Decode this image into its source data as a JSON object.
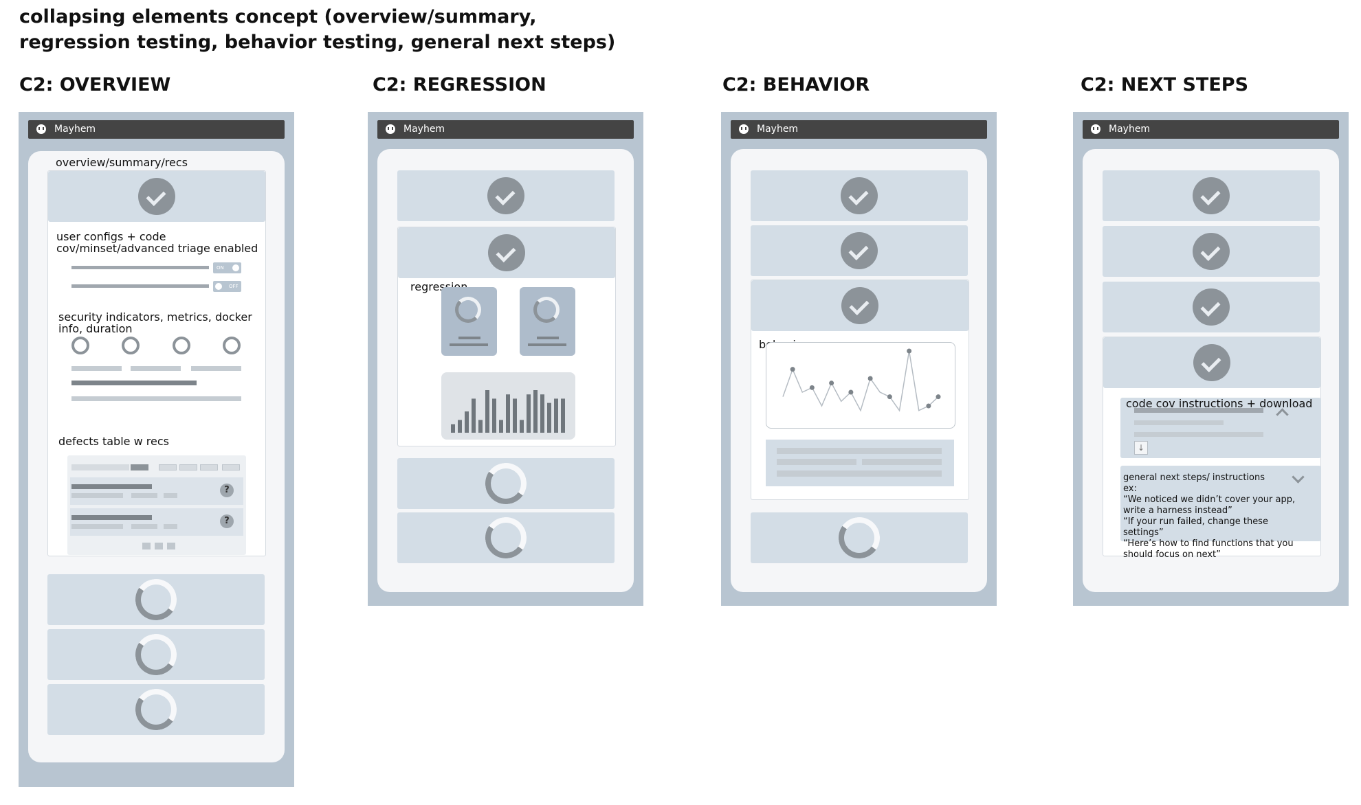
{
  "page": {
    "title_line1": "collapsing elements concept (overview/summary,",
    "title_line2": "regression testing, behavior testing, general next steps)"
  },
  "app": {
    "name": "Mayhem"
  },
  "columns": {
    "overview": {
      "heading": "C2: OVERVIEW",
      "section_title": "overview/summary/recs",
      "configs_line1": "user configs + code",
      "configs_line2": "cov/minset/advanced triage enabled",
      "toggle_on": "ON",
      "toggle_off": "OFF",
      "security_line1": "security indicators, metrics, docker",
      "security_line2": "info, duration",
      "defects_title": "defects table w recs",
      "help_symbol": "?"
    },
    "regression": {
      "heading": "C2: REGRESSION",
      "section_title": "regression"
    },
    "behavior": {
      "heading": "C2: BEHAVIOR",
      "section_title": "behavior"
    },
    "next_steps": {
      "heading": "C2: NEXT STEPS",
      "codecov_title": "code cov instructions + download",
      "next_title": "general next steps/ instructions",
      "next_lines": [
        "ex:",
        "“We noticed we didn’t cover your app,",
        "write a harness instead”",
        "“If your run failed, change these",
        "settings”",
        "“Here’s how to find functions that you",
        "should focus on next”"
      ]
    }
  },
  "chart_data": [
    {
      "type": "bar",
      "values": [
        2,
        3,
        5,
        8,
        3,
        10,
        8,
        3,
        9,
        8,
        3,
        9,
        10,
        9,
        7,
        8,
        8
      ]
    },
    {
      "type": "line",
      "values": [
        5,
        11,
        6,
        7,
        3,
        8,
        4,
        6,
        2,
        9,
        6,
        5,
        2,
        15,
        2,
        3,
        5
      ]
    }
  ]
}
